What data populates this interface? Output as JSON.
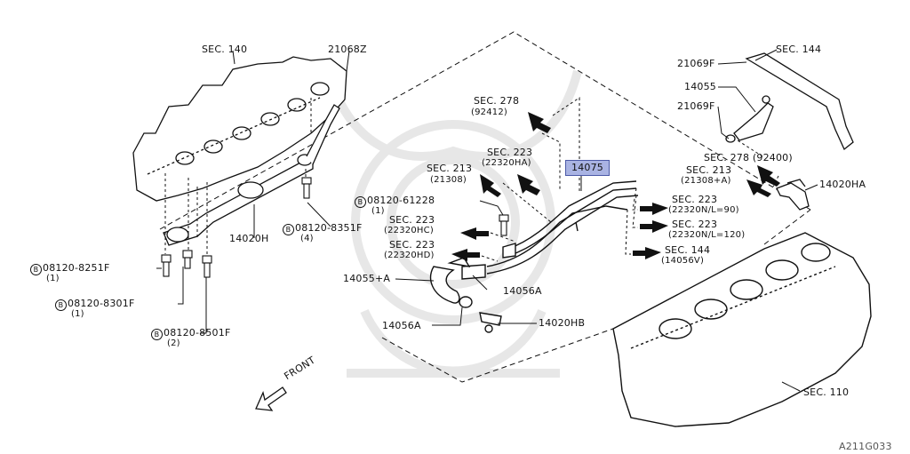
{
  "labels": {
    "sec140": "SEC. 140",
    "p21068z": "21068Z",
    "sec278a": "SEC. 278",
    "sec278a_sub": "(92412)",
    "sec223a": "SEC. 223",
    "sec223a_sub": "(22320HA)",
    "sec213a": "SEC. 213",
    "sec213a_sub": "(21308)",
    "b61228": "08120-61228",
    "b61228_sub": "(1)",
    "sec223b": "SEC. 223",
    "sec223b_sub": "(22320HC)",
    "sec223c": "SEC. 223",
    "sec223c_sub": "(22320HD)",
    "p14055a": "14055+A",
    "p14056a1": "14056A",
    "p14056a2": "14056A",
    "p14020hb": "14020HB",
    "p14020h": "14020H",
    "b8351": "08120-8351F",
    "b8351_sub": "(4)",
    "b8251": "08120-8251F",
    "b8251_sub": "(1)",
    "b8301": "08120-8301F",
    "b8301_sub": "(1)",
    "b8501": "08120-8501F",
    "b8501_sub": "(2)",
    "front": "FRONT",
    "p14075": "14075",
    "sec223d": "SEC. 223",
    "sec223d_sub": "(22320N/L=90)",
    "sec223e": "SEC. 223",
    "sec223e_sub": "(22320N/L=120)",
    "sec144b": "SEC. 144",
    "sec144b_sub": "(14056V)",
    "sec144a": "SEC. 144",
    "p21069f_top": "21069F",
    "p14055": "14055",
    "p21069f_bot": "21069F",
    "sec278b": "SEC. 278 (92400)",
    "sec213b": "SEC. 213",
    "sec213b_sub": "(21308+A)",
    "p14020ha": "14020HA",
    "sec110": "SEC. 110",
    "ref": "A211G033",
    "bmark": "B"
  },
  "colors": {
    "highlight": "#a9b3e3",
    "line": "#111111"
  }
}
